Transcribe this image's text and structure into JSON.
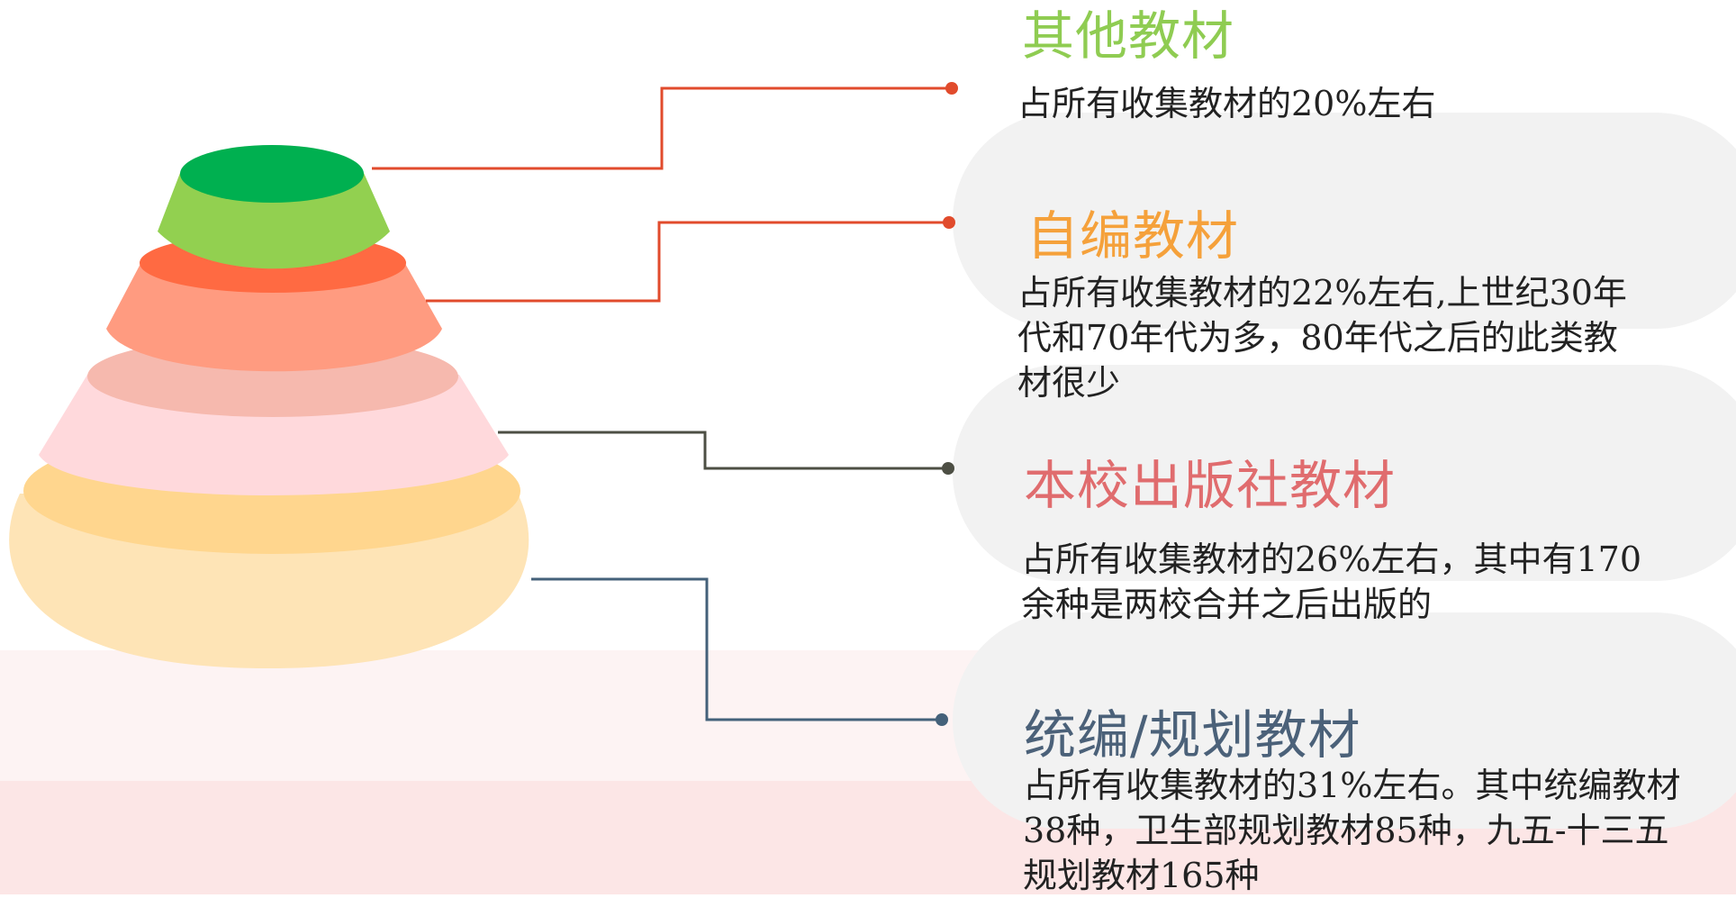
{
  "colors": {
    "tier_top": "#92d050",
    "tier_top_cap": "#00b050",
    "tier_2": "#ff9b80",
    "tier_2_cap": "#ff6a42",
    "tier_3": "#ffd9dc",
    "tier_3_cap": "#f6b9ae",
    "tier_base": "#fee4b6",
    "tier_base_cap": "#ffd68e",
    "line_red": "#e14b2c",
    "line_dark": "#4d4f44",
    "line_blue": "#44617a",
    "title_green": "#8fcc52",
    "title_orange": "#f5a13b",
    "title_pink": "#e06c6e",
    "title_blue": "#4b6179"
  },
  "items": [
    {
      "title": "其他教材",
      "desc_lines": [
        "占所有收集教材的20%左右"
      ],
      "title_color": "#8fcc52",
      "connector_color": "#e14b2c"
    },
    {
      "title": "自编教材",
      "desc_lines": [
        "占所有收集教材的22%左右,上世纪30年",
        "代和70年代为多，80年代之后的此类教",
        "材很少"
      ],
      "title_color": "#f5a13b",
      "connector_color": "#e14b2c"
    },
    {
      "title": "本校出版社教材",
      "desc_lines": [
        "占所有收集教材的26%左右，其中有170",
        "余种是两校合并之后出版的"
      ],
      "title_color": "#e06c6e",
      "connector_color": "#4d4f44"
    },
    {
      "title": "统编/规划教材",
      "desc_lines": [
        "占所有收集教材的31%左右。其中统编教材",
        "38种，卫生部规划教材85种，九五-十三五",
        "规划教材165种"
      ],
      "title_color": "#4b6179",
      "connector_color": "#44617a"
    }
  ]
}
